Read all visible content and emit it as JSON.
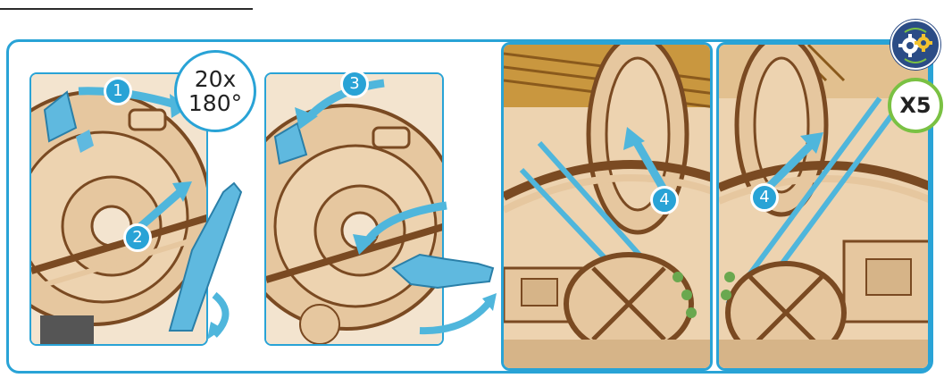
{
  "rotation_badge": {
    "count": "20x",
    "angle": "180°"
  },
  "repeat_badge": {
    "label": "X5"
  },
  "steps": [
    {
      "label": "1"
    },
    {
      "label": "2"
    },
    {
      "label": "3"
    },
    {
      "label": "4"
    },
    {
      "label": "4"
    }
  ],
  "colors": {
    "accent": "#29a3d6",
    "green": "#7ac143",
    "wood": "#e8c9a0",
    "wood_dark": "#7a4a22",
    "gear_badge": "#2b4c86"
  },
  "icons": [
    "gears-icon"
  ]
}
